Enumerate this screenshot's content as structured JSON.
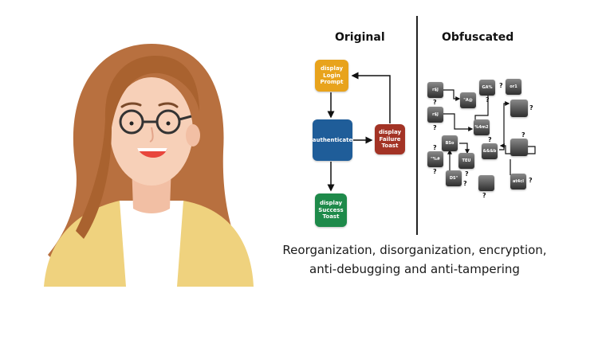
{
  "headings": {
    "original": "Original",
    "obfuscated": "Obfuscated"
  },
  "original_nodes": {
    "login": "display\nLogin\nPrompt",
    "authenticate": "authenticate",
    "failure": "display\nFailure\nToast",
    "success": "display\nSuccess\nToast"
  },
  "obfuscated_nodes": [
    "r$J",
    "\"A@",
    "GA%",
    "or1",
    "r$J",
    "",
    "%4m2",
    "BSo",
    "&&&b",
    "",
    "\"%#",
    "TEU",
    "DS\"",
    "",
    "at4cl"
  ],
  "question_mark": "?",
  "caption": {
    "line1": "Reorganization, disorganization, encryption,",
    "line2": "anti-debugging and anti-tampering"
  },
  "colors": {
    "login": "#e8a31c",
    "authenticate": "#1f5d99",
    "failure": "#a33325",
    "success": "#1e8a4a",
    "hair": "#b8703f",
    "cardigan": "#efd27e",
    "skin": "#f7d0b8"
  }
}
